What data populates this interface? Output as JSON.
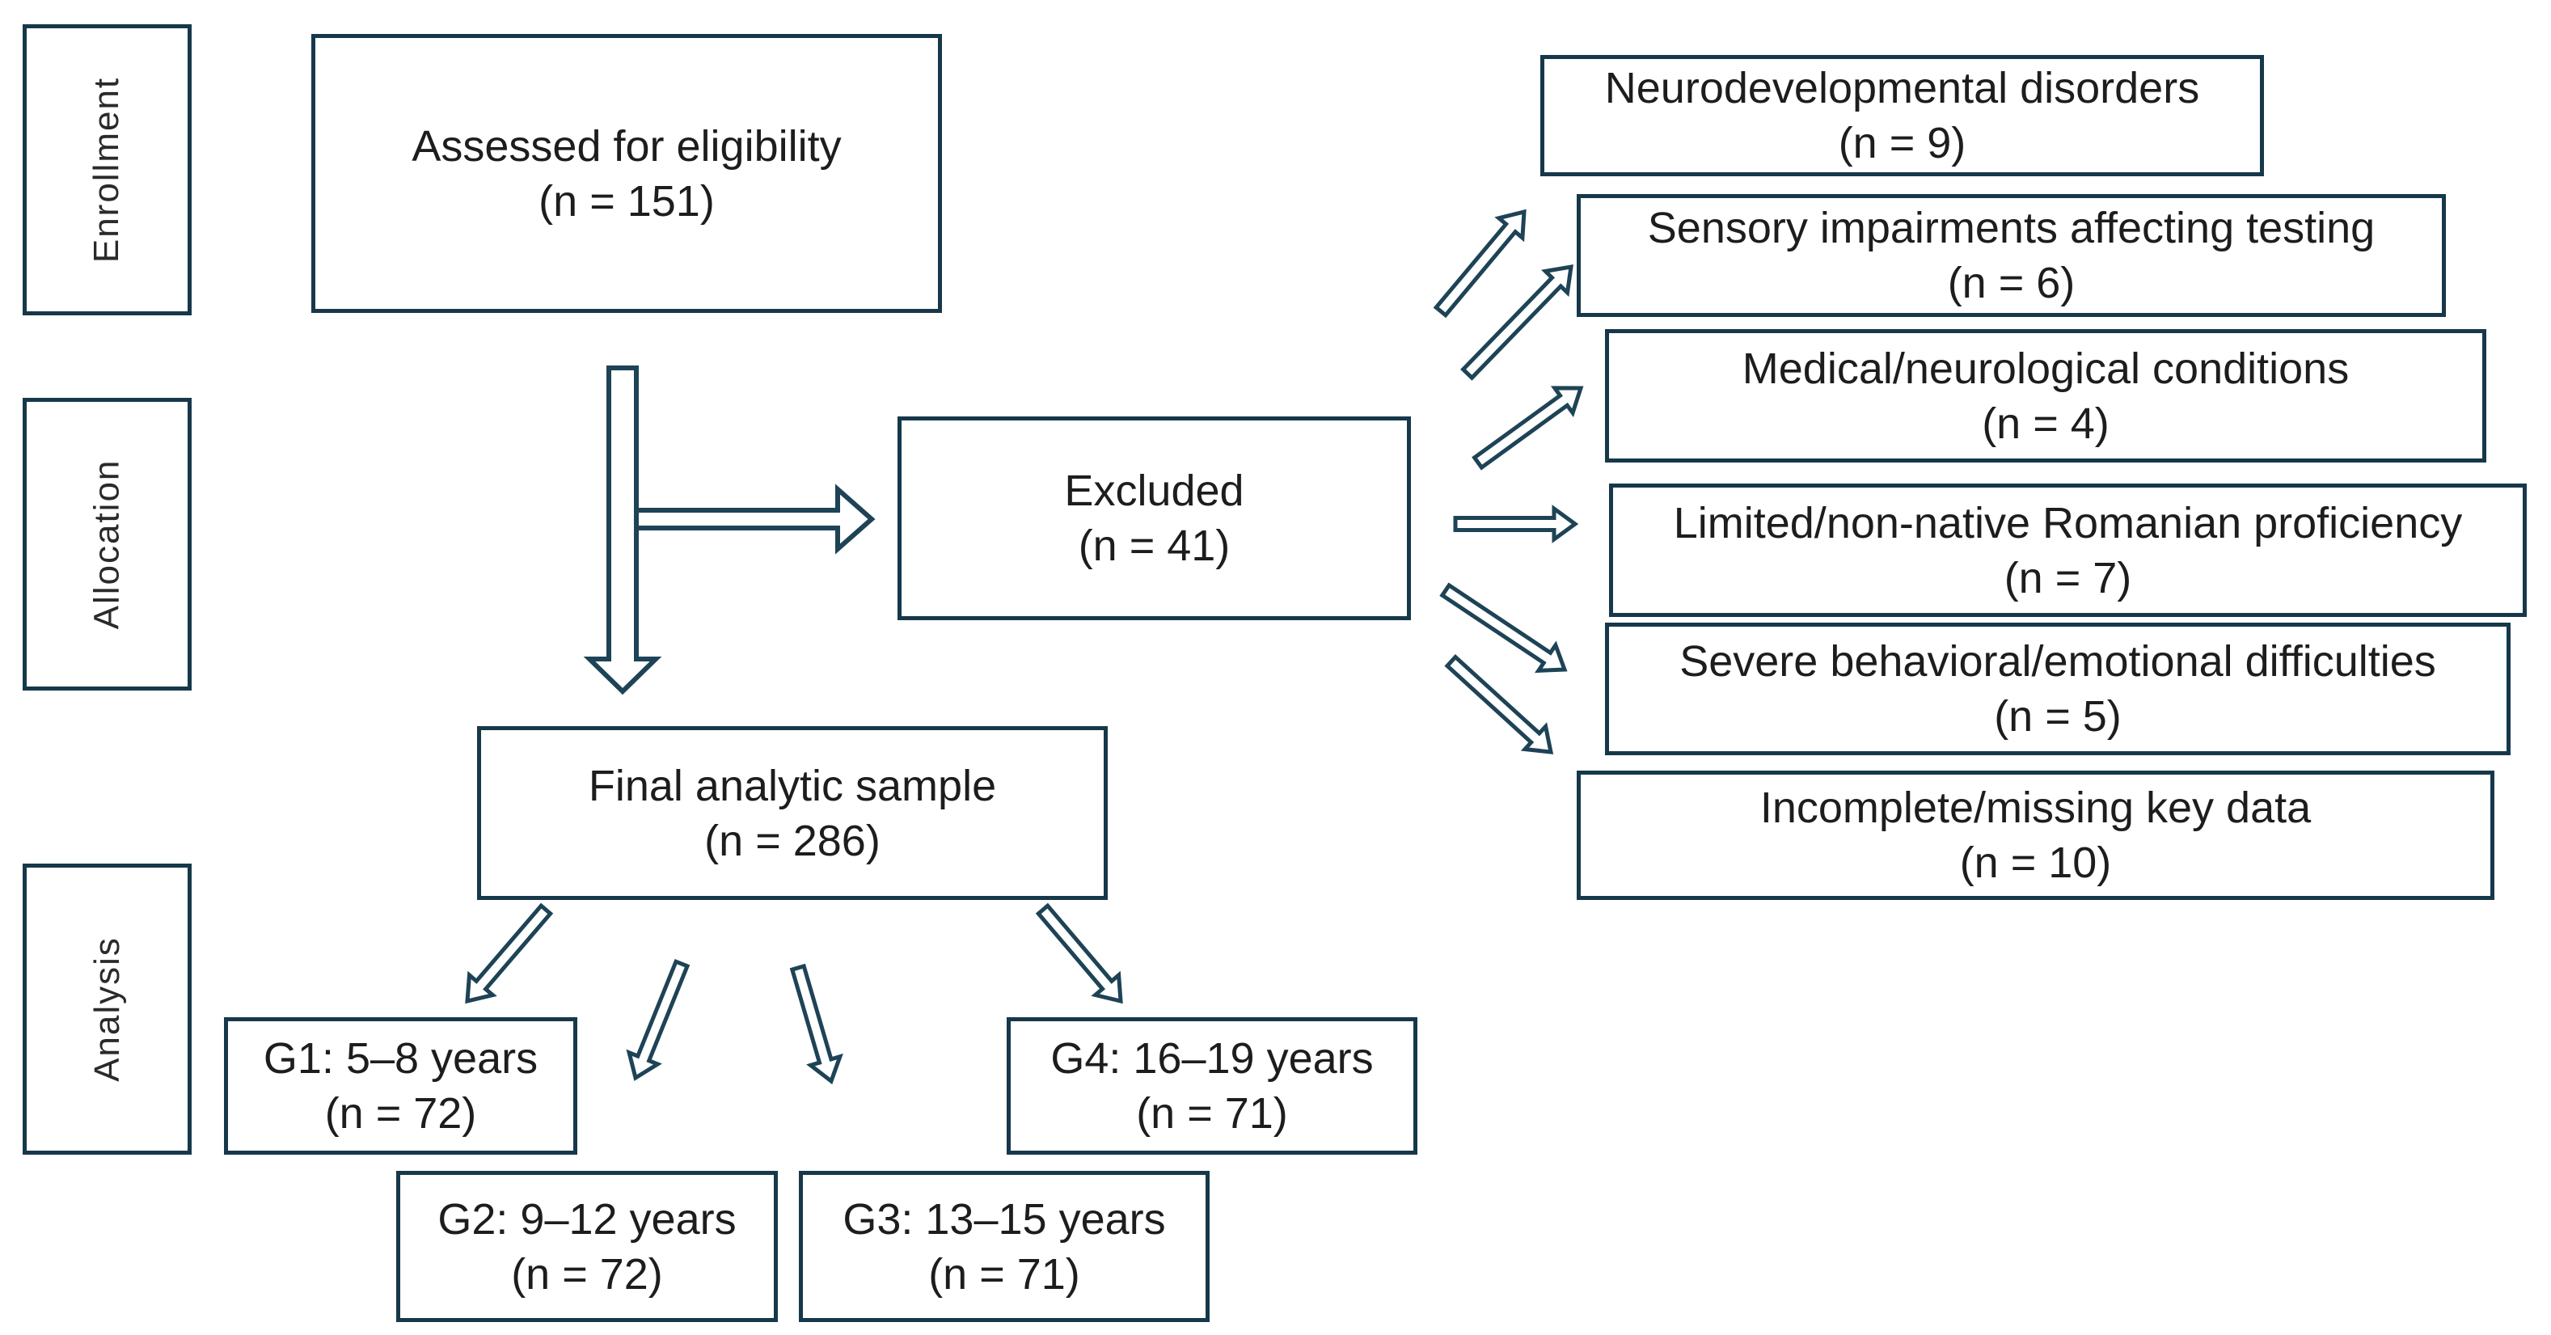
{
  "stages": [
    {
      "label": "Enrollment"
    },
    {
      "label": "Allocation"
    },
    {
      "label": "Analysis"
    }
  ],
  "nodes": {
    "assessed": {
      "line1": "Assessed for eligibility",
      "line2": "(n = 151)"
    },
    "excluded": {
      "line1": "Excluded",
      "line2": "(n = 41)"
    },
    "final": {
      "line1": "Final analytic sample",
      "line2": "(n = 286)"
    },
    "g1": {
      "line1": "G1: 5–8 years",
      "line2": "(n = 72)"
    },
    "g2": {
      "line1": "G2: 9–12 years",
      "line2": "(n = 72)"
    },
    "g3": {
      "line1": "G3: 13–15 years",
      "line2": "(n = 71)"
    },
    "g4": {
      "line1": "G4: 16–19 years",
      "line2": "(n = 71)"
    },
    "neurodevelopmental": {
      "line1": "Neurodevelopmental disorders",
      "line2": "(n = 9)"
    },
    "sensory": {
      "line1": "Sensory impairments affecting testing",
      "line2": "(n = 6)"
    },
    "medical": {
      "line1": "Medical/neurological conditions",
      "line2": "(n = 4)"
    },
    "romanian": {
      "line1": "Limited/non-native Romanian proficiency",
      "line2": "(n = 7)"
    },
    "behavioral": {
      "line1": "Severe behavioral/emotional difficulties",
      "line2": "(n = 5)"
    },
    "incomplete": {
      "line1": "Incomplete/missing key data",
      "line2": "(n = 10)"
    }
  },
  "connections": [
    {
      "from": "assessed",
      "to": "excluded"
    },
    {
      "from": "assessed",
      "to": "final"
    },
    {
      "from": "excluded",
      "to": "neurodevelopmental"
    },
    {
      "from": "excluded",
      "to": "sensory"
    },
    {
      "from": "excluded",
      "to": "medical"
    },
    {
      "from": "excluded",
      "to": "romanian"
    },
    {
      "from": "excluded",
      "to": "behavioral"
    },
    {
      "from": "excluded",
      "to": "incomplete"
    },
    {
      "from": "final",
      "to": "g1"
    },
    {
      "from": "final",
      "to": "g2"
    },
    {
      "from": "final",
      "to": "g3"
    },
    {
      "from": "final",
      "to": "g4"
    }
  ],
  "colors": {
    "box_border": "#16384a",
    "arrow_outline": "#1e4356",
    "text": "#1d1d1d",
    "background": "#ffffff"
  }
}
